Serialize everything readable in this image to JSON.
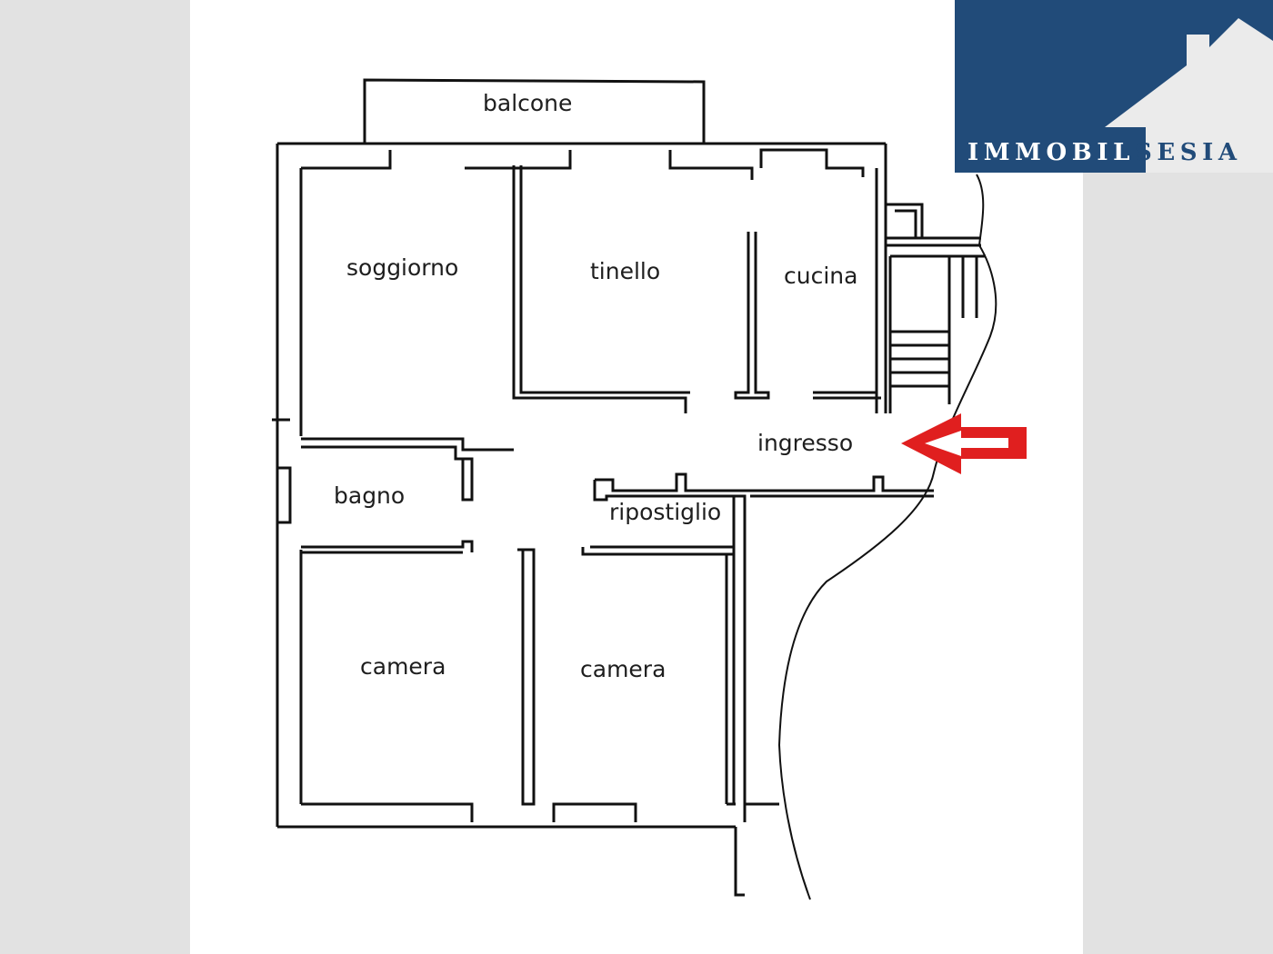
{
  "floor_plan": {
    "rooms": [
      {
        "id": "balcone",
        "label": "balcone"
      },
      {
        "id": "soggiorno",
        "label": "soggiorno"
      },
      {
        "id": "tinello",
        "label": "tinello"
      },
      {
        "id": "cucina",
        "label": "cucina"
      },
      {
        "id": "ingresso",
        "label": "ingresso"
      },
      {
        "id": "bagno",
        "label": "bagno"
      },
      {
        "id": "ripostiglio",
        "label": "ripostiglio"
      },
      {
        "id": "camera_1",
        "label": "camera"
      },
      {
        "id": "camera_2",
        "label": "camera"
      }
    ],
    "entrance_arrow_color": "#e01f1f",
    "wall_color": "#111111"
  },
  "logo": {
    "part1": "IMMOBIL",
    "part2": "SESIA",
    "band_color": "#214b79",
    "house_color": "#ebebeb"
  }
}
